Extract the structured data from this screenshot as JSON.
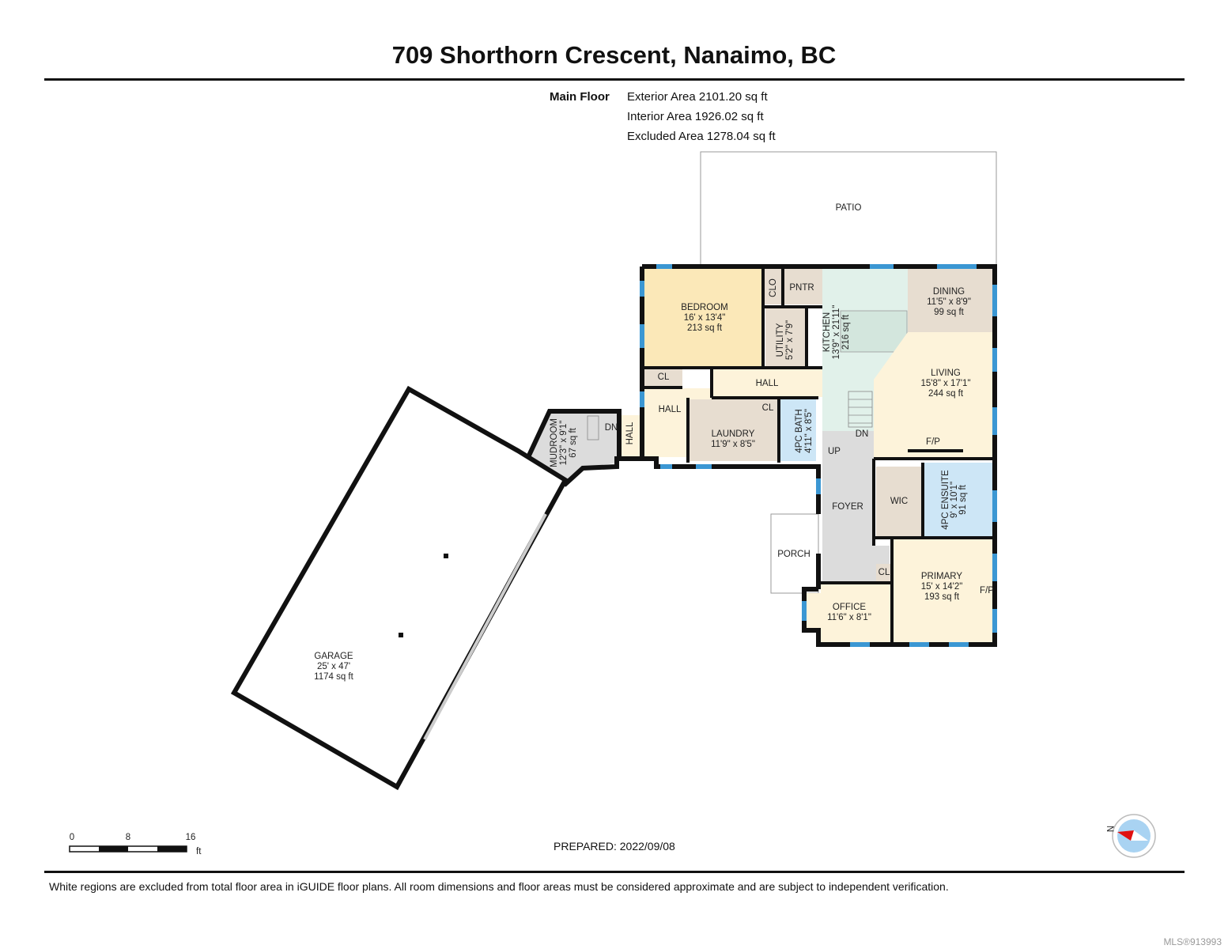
{
  "title": "709 Shorthorn Crescent, Nanaimo, BC",
  "floor": {
    "name": "Main Floor",
    "exterior_area": "Exterior Area 2101.20 sq ft",
    "interior_area": "Interior Area 1926.02 sq ft",
    "excluded_area": "Excluded Area 1278.04 sq ft"
  },
  "rooms": {
    "patio": {
      "name": "PATIO"
    },
    "bedroom": {
      "name": "BEDROOM",
      "dims": "16' x 13'4\"",
      "area": "213 sq ft"
    },
    "clo": {
      "name": "CLO"
    },
    "pntr": {
      "name": "PNTR"
    },
    "utility": {
      "name": "UTILITY",
      "dims": "5'2\" x 7'9\""
    },
    "kitchen": {
      "name": "KITCHEN",
      "dims": "13'9\" x 21'11\"",
      "area": "216 sq ft"
    },
    "dining": {
      "name": "DINING",
      "dims": "11'5\" x 8'9\"",
      "area": "99 sq ft"
    },
    "living": {
      "name": "LIVING",
      "dims": "15'8\" x 17'1\"",
      "area": "244 sq ft"
    },
    "hall_top": {
      "name": "HALL"
    },
    "cl_hall": {
      "name": "CL"
    },
    "hall_left": {
      "name": "HALL"
    },
    "laundry": {
      "name": "LAUNDRY",
      "dims": "11'9\" x 8'5\""
    },
    "cl_laundry": {
      "name": "CL"
    },
    "bath": {
      "name": "4PC BATH",
      "dims": "4'11\" x 8'5\""
    },
    "mudroom": {
      "name": "MUDROOM",
      "dims": "12'3\" x 9'1\"",
      "area": "67 sq ft"
    },
    "hall_small": {
      "name": "HALL"
    },
    "foyer": {
      "name": "FOYER"
    },
    "wic": {
      "name": "WIC"
    },
    "ensuite": {
      "name": "4PC ENSUITE",
      "dims": "9' x 10'1\"",
      "area": "91 sq ft"
    },
    "porch": {
      "name": "PORCH"
    },
    "primary": {
      "name": "PRIMARY",
      "dims": "15' x 14'2\"",
      "area": "193 sq ft"
    },
    "cl_primary": {
      "name": "CL"
    },
    "office": {
      "name": "OFFICE",
      "dims": "11'6\" x 8'1\""
    },
    "garage": {
      "name": "GARAGE",
      "dims": "25' x 47'",
      "area": "1174 sq ft"
    }
  },
  "labels": {
    "up": "UP",
    "dn": "DN",
    "dn_mud": "DN",
    "fp_living": "F/P",
    "fp_primary": "F/P"
  },
  "scale": {
    "t0": "0",
    "t1": "8",
    "t2": "16",
    "unit": "ft"
  },
  "compass": {
    "label": "N"
  },
  "prepared": "PREPARED: 2022/09/08",
  "disclaimer": "White regions are excluded from total floor area in iGUIDE floor plans. All room dimensions and floor areas must be considered approximate and are subject to independent verification.",
  "mls": "MLS®913993",
  "colors": {
    "beige": "#fbe8b8",
    "cream": "#fdf3da",
    "tan": "#e7ddd0",
    "mint": "#e1f1ea",
    "blue": "#cde6f6",
    "gray": "#dcdcdc",
    "window": "#3b97d3"
  }
}
